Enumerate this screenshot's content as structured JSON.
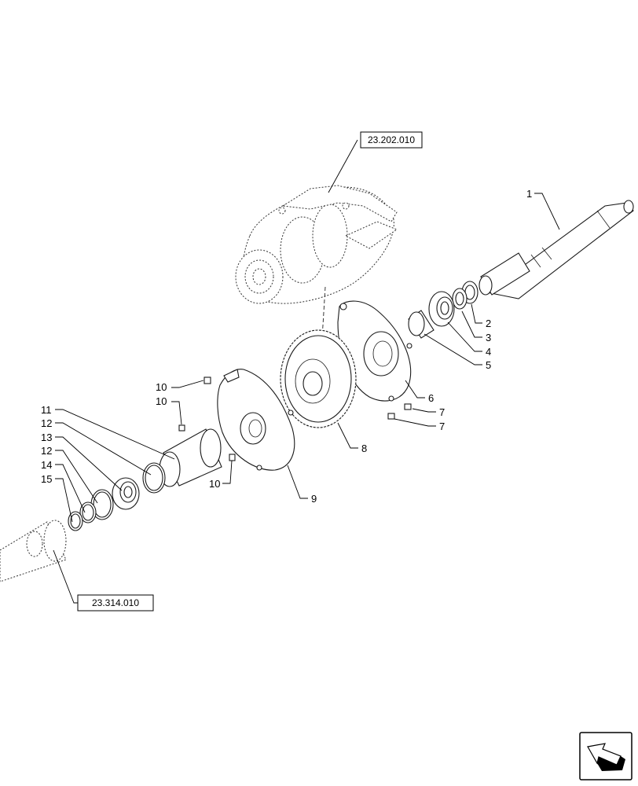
{
  "references": {
    "top": "23.202.010",
    "bottom": "23.314.010"
  },
  "callouts": {
    "c1": "1",
    "c2": "2",
    "c3": "3",
    "c4": "4",
    "c5": "5",
    "c6": "6",
    "c7a": "7",
    "c7b": "7",
    "c8": "8",
    "c9": "9",
    "c10a": "10",
    "c10b": "10",
    "c10c": "10",
    "c11": "11",
    "c12a": "12",
    "c13": "13",
    "c12b": "12",
    "c14": "14",
    "c15": "15"
  },
  "icons": {
    "corner": "navigation-arrow-icon"
  }
}
